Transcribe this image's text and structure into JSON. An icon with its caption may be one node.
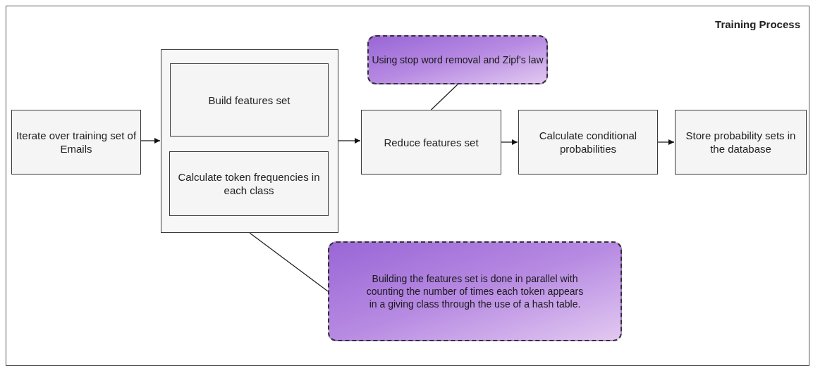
{
  "diagram": {
    "title": "Training Process",
    "nodes": [
      {
        "text": [
          "Iterate over training set of Emails"
        ]
      },
      {
        "text": [],
        "shape": "box"
      },
      {
        "text": [
          "Build features set"
        ],
        "in": 1
      },
      {
        "text": [
          "Calculate token frequencies in each class"
        ],
        "in": 1
      },
      {
        "text": [
          "Reduce features set"
        ]
      },
      {
        "text": [
          "Calculate conditional probabilities"
        ]
      },
      {
        "text": [
          "Store probability sets in the database"
        ]
      },
      {
        "text": [
          "Using stop word removal and Zipf's law"
        ]
      },
      {
        "text": [
          "Building the features set is done in parallel with counting the number of times each token appears in a giving class through the use of a hash table."
        ]
      }
    ],
    "edges": [
      {
        "from": 0,
        "to": 1,
        "arrow": "to"
      },
      {
        "from": 1,
        "to": 4,
        "arrow": "to"
      },
      {
        "from": 4,
        "to": 5,
        "arrow": "to"
      },
      {
        "from": 5,
        "to": 6,
        "arrow": "to"
      },
      {
        "from": 7,
        "to": 4,
        "arrow": "none"
      },
      {
        "from": 8,
        "to": 1,
        "arrow": "none"
      }
    ]
  }
}
